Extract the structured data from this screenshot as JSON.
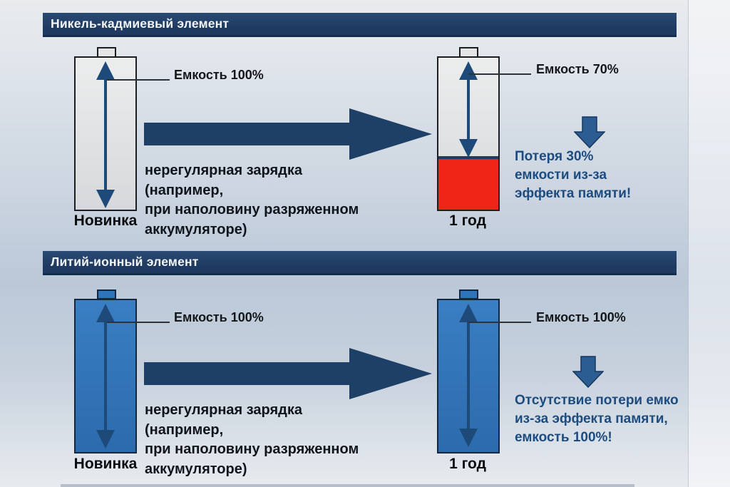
{
  "sections": [
    {
      "title": "Никель-кадмиевый элемент",
      "left_battery": {
        "capacity_word": "Емкость",
        "capacity_value": "100%",
        "caption": "Новинка"
      },
      "process_lines": [
        "нерегулярная зарядка",
        "(например,",
        "при наполовину разряженном",
        "аккумуляторе)"
      ],
      "right_battery": {
        "capacity_word": "Емкость",
        "capacity_value": "70%",
        "caption": "1 год"
      },
      "result_lines": [
        "Потеря 30%",
        "емкости из-за",
        "эффекта памяти!"
      ]
    },
    {
      "title": "Литий-ионный элемент",
      "left_battery": {
        "capacity_word": "Емкость",
        "capacity_value": "100%",
        "caption": "Новинка"
      },
      "process_lines": [
        "нерегулярная зарядка",
        "(например,",
        "при наполовину разряженном",
        "аккумуляторе)"
      ],
      "right_battery": {
        "capacity_word": "Емкость",
        "capacity_value": "100%",
        "caption": "1 год"
      },
      "result_lines": [
        "Отсутствие потери емко",
        "из-за эффекта памяти,",
        "емкость 100%!"
      ]
    }
  ],
  "colors": {
    "header_bg": "#1e3a60",
    "arrow_navy": "#1e4066",
    "down_arrow": "#2b5d92",
    "loss_red": "#ee2517",
    "liion_blue": "#2f73b8",
    "nicd_gray": "#e9eaec",
    "result_text": "#1c4c80"
  }
}
